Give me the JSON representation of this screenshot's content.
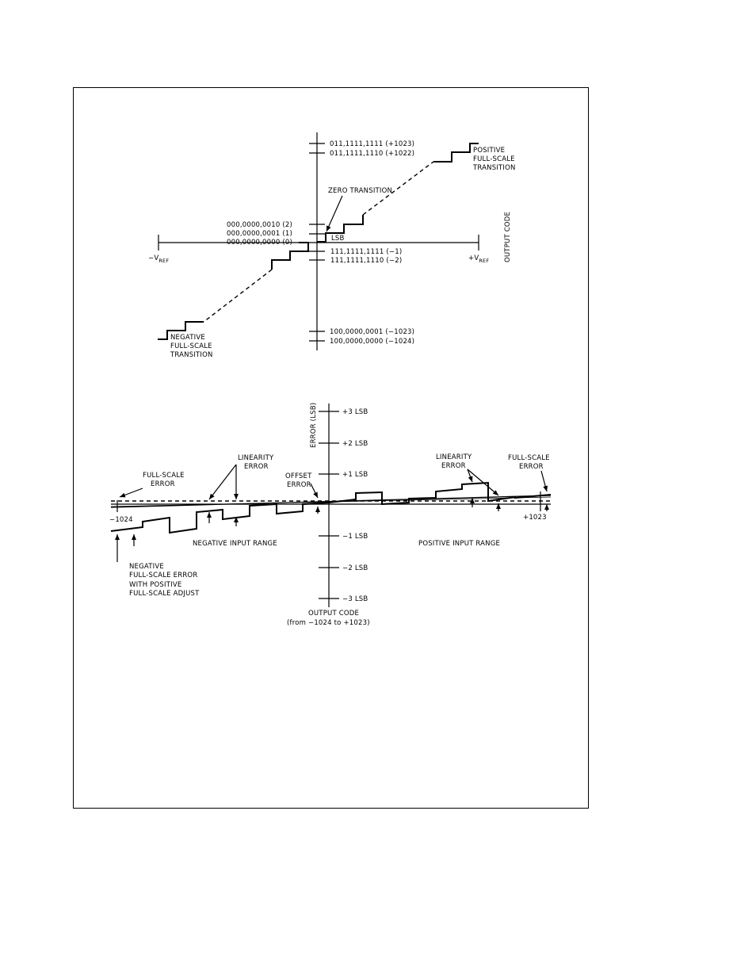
{
  "transfer": {
    "codes_pos": [
      "011,1111,1111 (+1023)",
      "011,1111,1110 (+1022)"
    ],
    "codes_mid": [
      "000,0000,0010 (2)",
      "000,0000,0001 (1)",
      "000,0000,0000 (0)"
    ],
    "codes_neg_small": [
      "111,1111,1111 (−1)",
      "111,1111,1110 (−2)"
    ],
    "codes_neg_full": [
      "100,0000,0001 (−1023)",
      "100,0000,0000 (−1024)"
    ],
    "neg_vref": "−V",
    "pos_vref": "+V",
    "vref_sub": "REF",
    "y_axis_label": "OUTPUT CODE",
    "zero_transition": "ZERO TRANSITION",
    "lsb": "LSB",
    "pos_fs": [
      "POSITIVE",
      "FULL-SCALE",
      "TRANSITION"
    ],
    "neg_fs": [
      "NEGATIVE",
      "FULL-SCALE",
      "TRANSITION"
    ]
  },
  "error": {
    "y_axis_label": "ERROR (LSB)",
    "ticks": [
      "+3 LSB",
      "+2 LSB",
      "+1 LSB",
      "−1 LSB",
      "−2 LSB",
      "−3 LSB"
    ],
    "fs_error_left": [
      "FULL-SCALE",
      "ERROR"
    ],
    "linearity_left": [
      "LINEARITY",
      "ERROR"
    ],
    "offset_error": [
      "OFFSET",
      "ERROR"
    ],
    "linearity_right": [
      "LINEARITY",
      "ERROR"
    ],
    "fs_error_right": [
      "FULL-SCALE",
      "ERROR"
    ],
    "x_min": "−1024",
    "x_max": "+1023",
    "neg_range": "NEGATIVE INPUT RANGE",
    "pos_range": "POSITIVE INPUT RANGE",
    "neg_fs_note": [
      "NEGATIVE",
      "FULL-SCALE ERROR",
      "WITH POSITIVE",
      "FULL-SCALE ADJUST"
    ],
    "x_axis_label": [
      "OUTPUT CODE",
      "(from −1024 to +1023)"
    ]
  }
}
